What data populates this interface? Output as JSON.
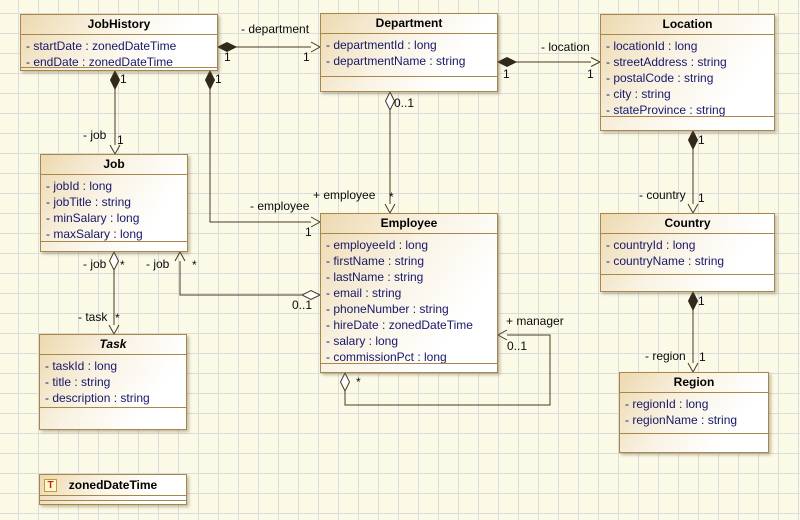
{
  "palette": {
    "canvas_background": "#fbfae7",
    "grid_line": "#dcdcda",
    "box_border": "#a8874b",
    "box_fill_top": "#edd9b0",
    "box_fill_bottom": "#ffffff",
    "attribute_text": "#17176b",
    "edge_line": "#443a26",
    "datatype_icon_letter_color": "#c2251a"
  },
  "classes": [
    {
      "name": "JobHistory",
      "attributes": [
        "- startDate : zonedDateTime",
        "- endDate : zonedDateTime"
      ]
    },
    {
      "name": "Department",
      "attributes": [
        "- departmentId : long",
        "- departmentName : string"
      ]
    },
    {
      "name": "Location",
      "attributes": [
        "- locationId : long",
        "- streetAddress : string",
        "- postalCode : string",
        "- city : string",
        "- stateProvince : string"
      ]
    },
    {
      "name": "Job",
      "attributes": [
        "- jobId : long",
        "- jobTitle : string",
        "- minSalary : long",
        "- maxSalary : long"
      ]
    },
    {
      "name": "Employee",
      "attributes": [
        "- employeeId : long",
        "- firstName : string",
        "- lastName : string",
        "- email : string",
        "- phoneNumber : string",
        "- hireDate : zonedDateTime",
        "- salary : long",
        "- commissionPct : long"
      ]
    },
    {
      "name": "Country",
      "attributes": [
        "- countryId : long",
        "- countryName : string"
      ]
    },
    {
      "name": "Task",
      "attributes": [
        "- taskId : long",
        "- title : string",
        "- description : string"
      ]
    },
    {
      "name": "Region",
      "attributes": [
        "- regionId : long",
        "- regionName : string"
      ]
    }
  ],
  "datatype": {
    "name": "zonedDateTime",
    "icon_letter": "T"
  },
  "associations": {
    "jobhistory_department": {
      "role": "- department",
      "src_mult": "1",
      "tgt_mult": "1"
    },
    "department_location": {
      "role": "- location",
      "src_mult": "1",
      "tgt_mult": "1"
    },
    "jobhistory_job": {
      "src_mult": "1",
      "tgt_role": "- job",
      "tgt_mult": "1"
    },
    "jobhistory_employee": {
      "src_mult": "1",
      "tgt_role": "- employee",
      "tgt_mult": "1"
    },
    "department_employee": {
      "src_mult": "0..1",
      "tgt_role": "+ employee",
      "tgt_mult": "*"
    },
    "job_task": {
      "src_role": "- job",
      "src_mult": "*",
      "tgt_role": "- task",
      "tgt_mult": "*"
    },
    "employee_job": {
      "src_mult": "0..1",
      "tgt_role": "- job",
      "tgt_mult": "*"
    },
    "employee_manager": {
      "src_mult": "*",
      "tgt_role": "+ manager",
      "tgt_mult": "0..1"
    },
    "location_country": {
      "src_mult": "1",
      "tgt_role": "- country",
      "tgt_mult": "1"
    },
    "country_region": {
      "src_mult": "1",
      "tgt_role": "- region",
      "tgt_mult": "1"
    }
  }
}
